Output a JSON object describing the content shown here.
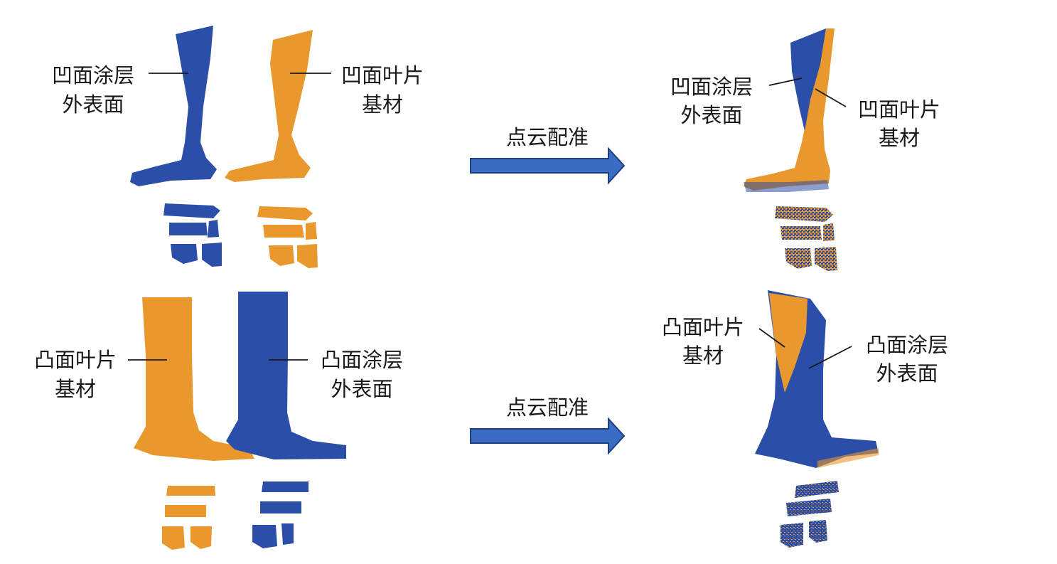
{
  "colors": {
    "coating": "#2b4fa8",
    "substrate": "#e9982e",
    "arrow_fill": "#3b6cc4",
    "arrow_stroke": "#1f3f82",
    "text": "#1a1a1a"
  },
  "arrow_label": "点云配准",
  "labels": {
    "concave_coating": [
      "凹面涂层",
      "外表面"
    ],
    "concave_substrate": [
      "凹面叶片",
      "基材"
    ],
    "convex_coating": [
      "凸面涂层",
      "外表面"
    ],
    "convex_substrate": [
      "凸面叶片",
      "基材"
    ]
  }
}
